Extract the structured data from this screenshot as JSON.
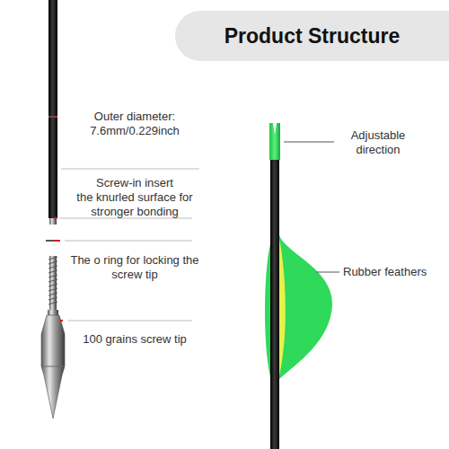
{
  "diagram": {
    "title": "Product Structure",
    "labels": [
      "Outer diameter: 7.6mm/0.229inch",
      "Screw-in insert",
      "the knurled surface for stronger bonding",
      "The o ring for locking the screw tip",
      "100 grains screw tip",
      "Adjustable direction",
      "Rubber feathers"
    ]
  }
}
